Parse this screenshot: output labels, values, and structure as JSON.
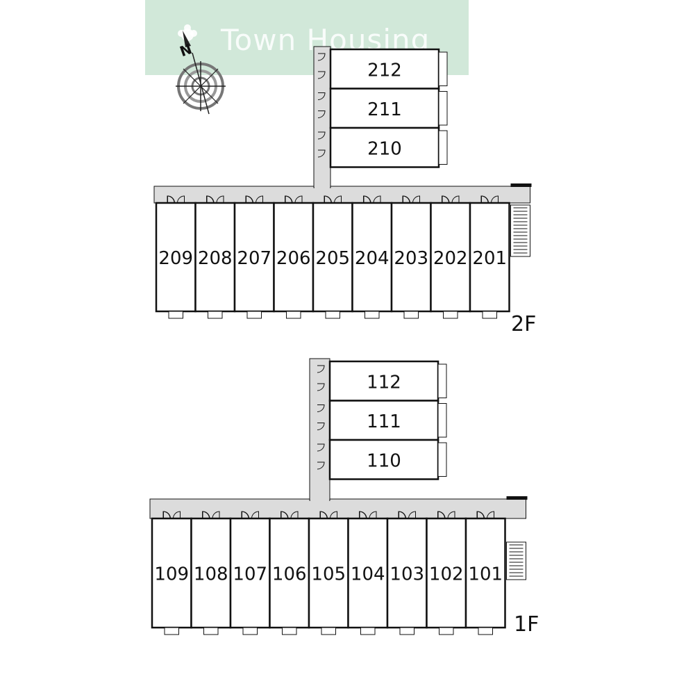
{
  "watermark": {
    "text": "Town Housing",
    "bg_color": "#c9e4d2"
  },
  "compass": {
    "north_label": "N"
  },
  "floor2": {
    "label": "2F",
    "row_units": [
      "209",
      "208",
      "207",
      "206",
      "205",
      "204",
      "203",
      "202",
      "201"
    ],
    "side_units": [
      "212",
      "211",
      "210"
    ]
  },
  "floor1": {
    "label": "1F",
    "row_units": [
      "109",
      "108",
      "107",
      "106",
      "105",
      "104",
      "103",
      "102",
      "101"
    ],
    "side_units": [
      "112",
      "111",
      "110"
    ]
  },
  "colors": {
    "walkway": "#dcdcdc",
    "line": "#111111"
  }
}
